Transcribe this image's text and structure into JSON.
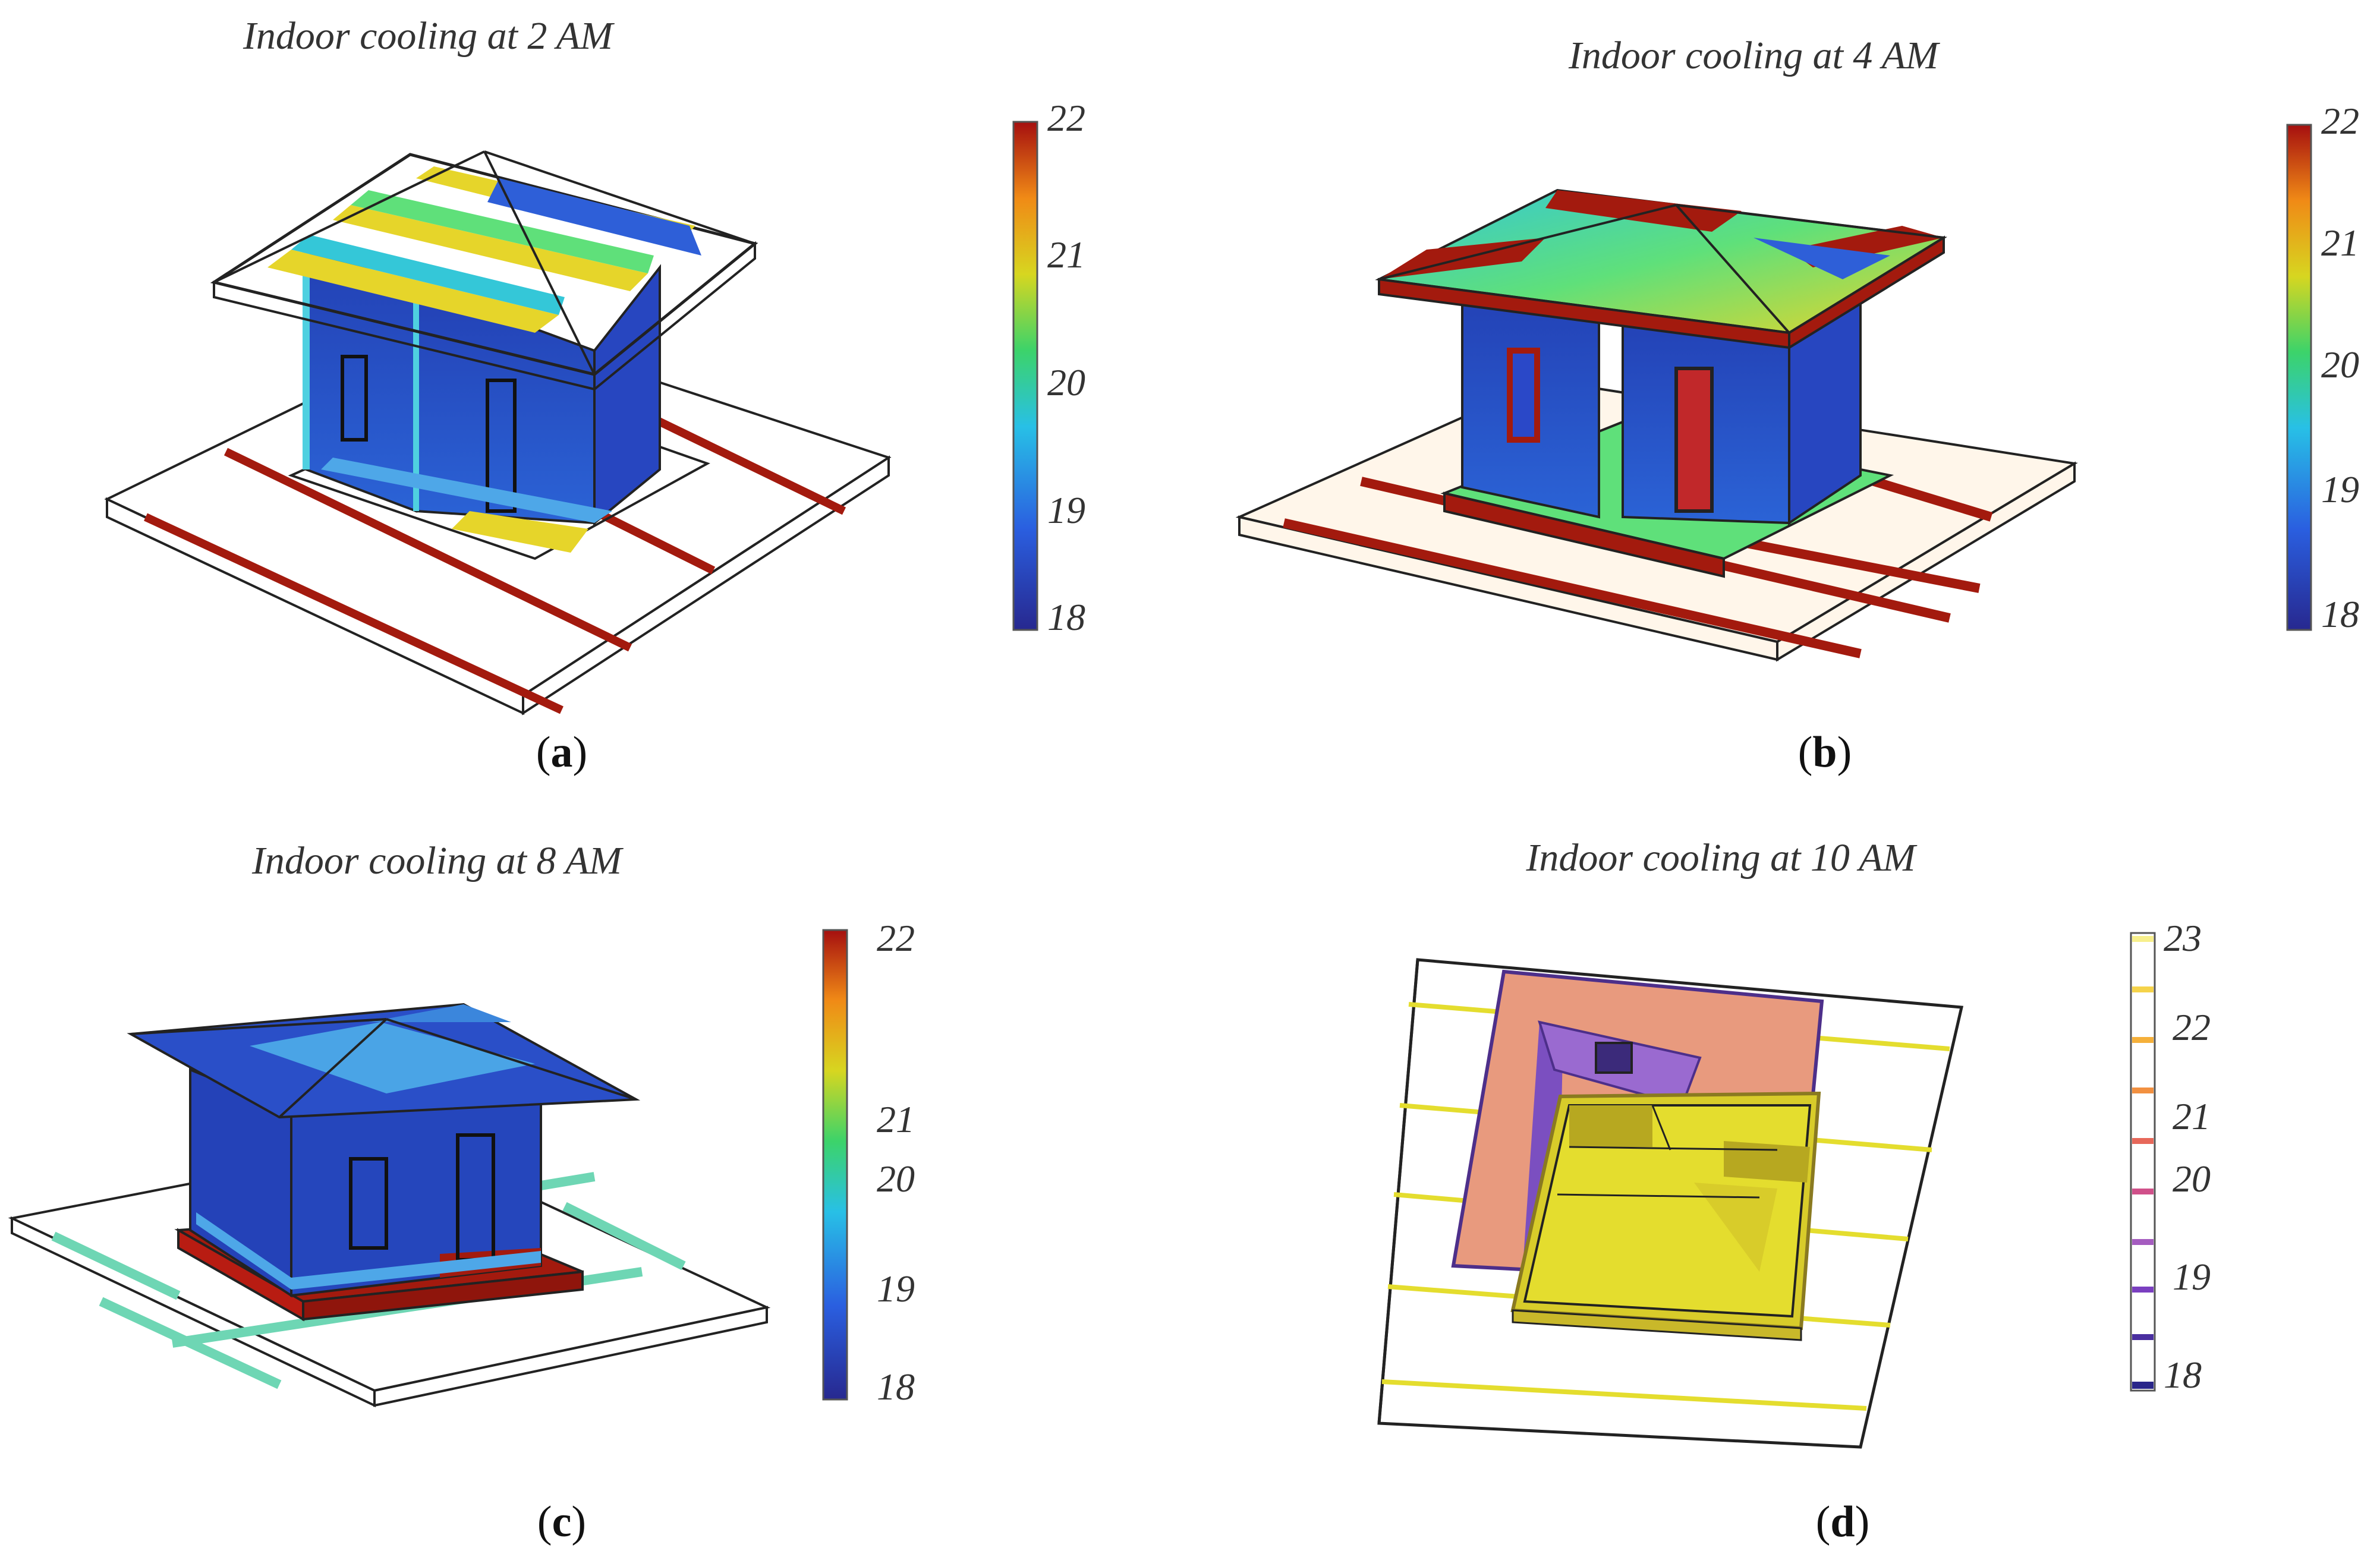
{
  "panels": [
    {
      "title": "Indoor cooling at 2 AM",
      "letter": "a",
      "scale": {
        "ticks": [
          "22",
          "21",
          "20",
          "19",
          "18"
        ],
        "type": "jet"
      }
    },
    {
      "title": "Indoor cooling at 4 AM",
      "letter": "b",
      "scale": {
        "ticks": [
          "22",
          "21",
          "20",
          "19",
          "18"
        ],
        "type": "jet"
      }
    },
    {
      "title": "Indoor cooling at 8 AM",
      "letter": "c",
      "scale": {
        "ticks": [
          "22",
          "21",
          "20",
          "19",
          "18"
        ],
        "type": "jet"
      }
    },
    {
      "title": "Indoor cooling at 10 AM",
      "letter": "d",
      "scale": {
        "ticks": [
          "23",
          "22",
          "21",
          "20",
          "19",
          "18"
        ],
        "type": "discrete"
      }
    }
  ],
  "colors": {
    "jet_top": "#a50f0f",
    "jet_mid": "#3cd36a",
    "jet_bottom": "#27288f",
    "wall_blue": "#2740b8",
    "cooling_strip": "#6ed6b4",
    "hot_strip": "#a31a0e",
    "plaster": "#e89a7e",
    "violet": "#7b4fc0",
    "yellow": "#e4dd2e"
  }
}
